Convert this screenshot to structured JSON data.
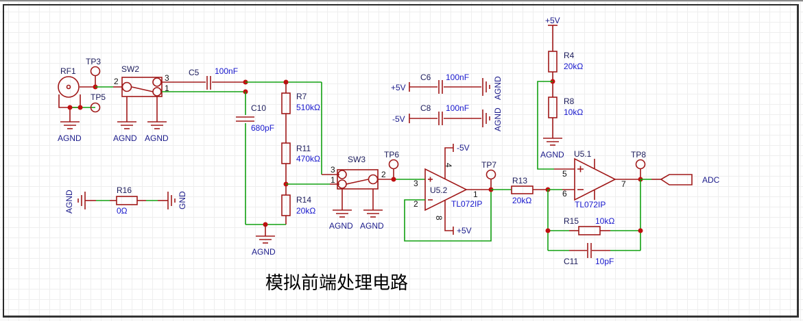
{
  "title": "模拟前端处理电路",
  "colors": {
    "wire": "#11a011",
    "pin": "#a01818",
    "junction": "#c01010",
    "designator": "#1a1a5a",
    "value": "#1515cc"
  },
  "components": {
    "rf1": {
      "ref": "RF1"
    },
    "tp3": {
      "ref": "TP3"
    },
    "tp5": {
      "ref": "TP5"
    },
    "tp6": {
      "ref": "TP6"
    },
    "tp7": {
      "ref": "TP7"
    },
    "tp8": {
      "ref": "TP8"
    },
    "sw2": {
      "ref": "SW2",
      "pins": [
        "2",
        "3",
        "1"
      ]
    },
    "sw3": {
      "ref": "SW3",
      "pins": [
        "3",
        "1",
        "2"
      ]
    },
    "c5": {
      "ref": "C5",
      "value": "100nF"
    },
    "c10": {
      "ref": "C10",
      "value": "680pF"
    },
    "c6": {
      "ref": "C6",
      "value": "100nF"
    },
    "c8": {
      "ref": "C8",
      "value": "100nF"
    },
    "c11": {
      "ref": "C11",
      "value": "10pF"
    },
    "r7": {
      "ref": "R7",
      "value": "510kΩ"
    },
    "r11": {
      "ref": "R11",
      "value": "470kΩ"
    },
    "r14": {
      "ref": "R14",
      "value": "20kΩ"
    },
    "r16": {
      "ref": "R16",
      "value": "0Ω"
    },
    "r13": {
      "ref": "R13",
      "value": "20kΩ"
    },
    "r4": {
      "ref": "R4",
      "value": "20kΩ"
    },
    "r8": {
      "ref": "R8",
      "value": "10kΩ"
    },
    "r15": {
      "ref": "R15",
      "value": "10kΩ"
    },
    "u52": {
      "ref": "U5.2",
      "part": "TL072IP",
      "pins": [
        "3",
        "2",
        "1",
        "4",
        "8"
      ]
    },
    "u51": {
      "ref": "U5.1",
      "part": "TL072IP",
      "pins": [
        "5",
        "6",
        "7"
      ]
    }
  },
  "nets": {
    "agnd": "AGND",
    "gnd": "GND",
    "p5v": "+5V",
    "n5v": "-5V",
    "adc": "ADC"
  }
}
